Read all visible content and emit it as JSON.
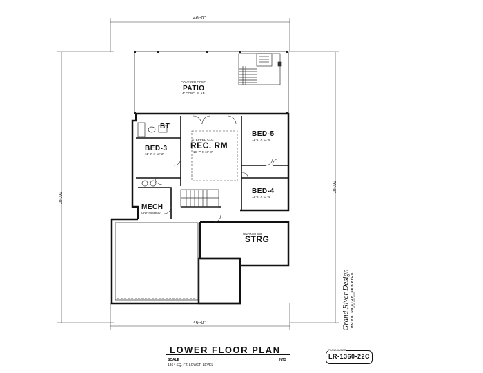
{
  "title": "LOWER FLOOR PLAN",
  "scale_label": "SCALE",
  "scale_value": "NTS",
  "area_note": "1364 SQ. FT. LOWER LEVEL",
  "plan_number_label": "PLAN NUMBER",
  "plan_number": "LR-1360-22C",
  "brand": {
    "name": "Grand River Design",
    "tagline": "HOME DESIGN SERVICE",
    "phone": "(616) 000-0000"
  },
  "dimensions": {
    "top_width": "46'-0\"",
    "bottom_width": "46'-0\"",
    "left_depth": "66'-0\"",
    "right_depth": "66'-0\""
  },
  "rooms": {
    "patio": {
      "name": "PATIO",
      "note": "COVERED CONC.",
      "note2": "4\" CONC. SLAB"
    },
    "bath": {
      "name": "BT"
    },
    "rec_room": {
      "name": "REC. RM",
      "note": "STEPPED CLG",
      "size": "19'-7\" X 18'-8\""
    },
    "bed3": {
      "name": "BED-3",
      "size": "11'-0\" X 12'-2\""
    },
    "bed5": {
      "name": "BED-5",
      "size": "11'-4\" X 12'-6\""
    },
    "bed4": {
      "name": "BED-4",
      "size": "11'-8\" X 11'-4\""
    },
    "mech": {
      "name": "MECH",
      "note": "UNFINISHED"
    },
    "storage": {
      "name": "STRG",
      "note": "UNFINISHED"
    }
  }
}
